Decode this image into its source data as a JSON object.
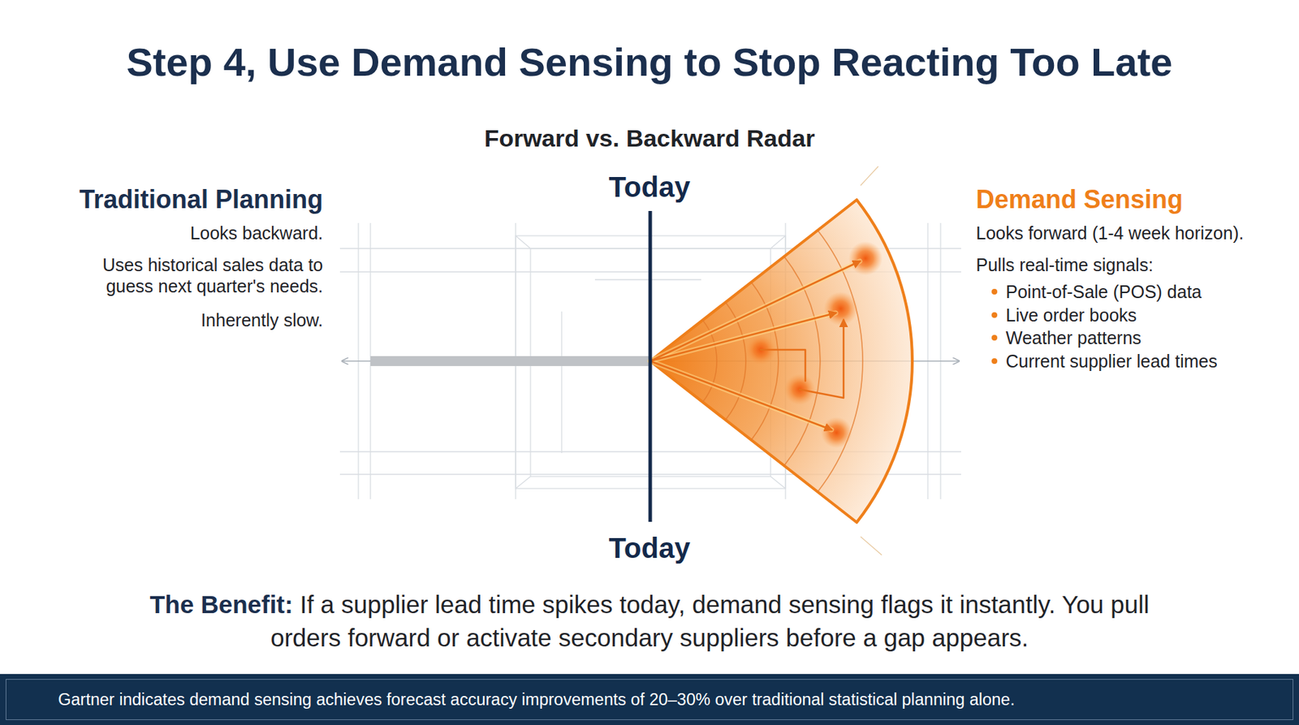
{
  "diagram": {
    "title": "Step 4, Use Demand Sensing to Stop Reacting Too Late",
    "nodes": [
      {
        "text": [
          "Gartner indicates demand sensing achieves forecast accuracy improvements of 20–30% over traditional statistical planning alone."
        ]
      }
    ],
    "labels": [
      "Forward vs. Backward Radar",
      "Traditional Planning",
      "Looks backward.",
      "Uses historical sales data to guess next quarter's needs.",
      "Inherently slow.",
      "Today",
      "Demand Sensing",
      "Looks forward (1-4 week horizon).",
      "Pulls real-time signals:",
      "Point-of-Sale (POS) data",
      "Live order books",
      "Weather patterns",
      "Current supplier lead times",
      "Today",
      "The Benefit:",
      "If a supplier lead time spikes today, demand sensing flags it instantly. You pull orders forward or activate secondary suppliers before a gap appears."
    ]
  }
}
